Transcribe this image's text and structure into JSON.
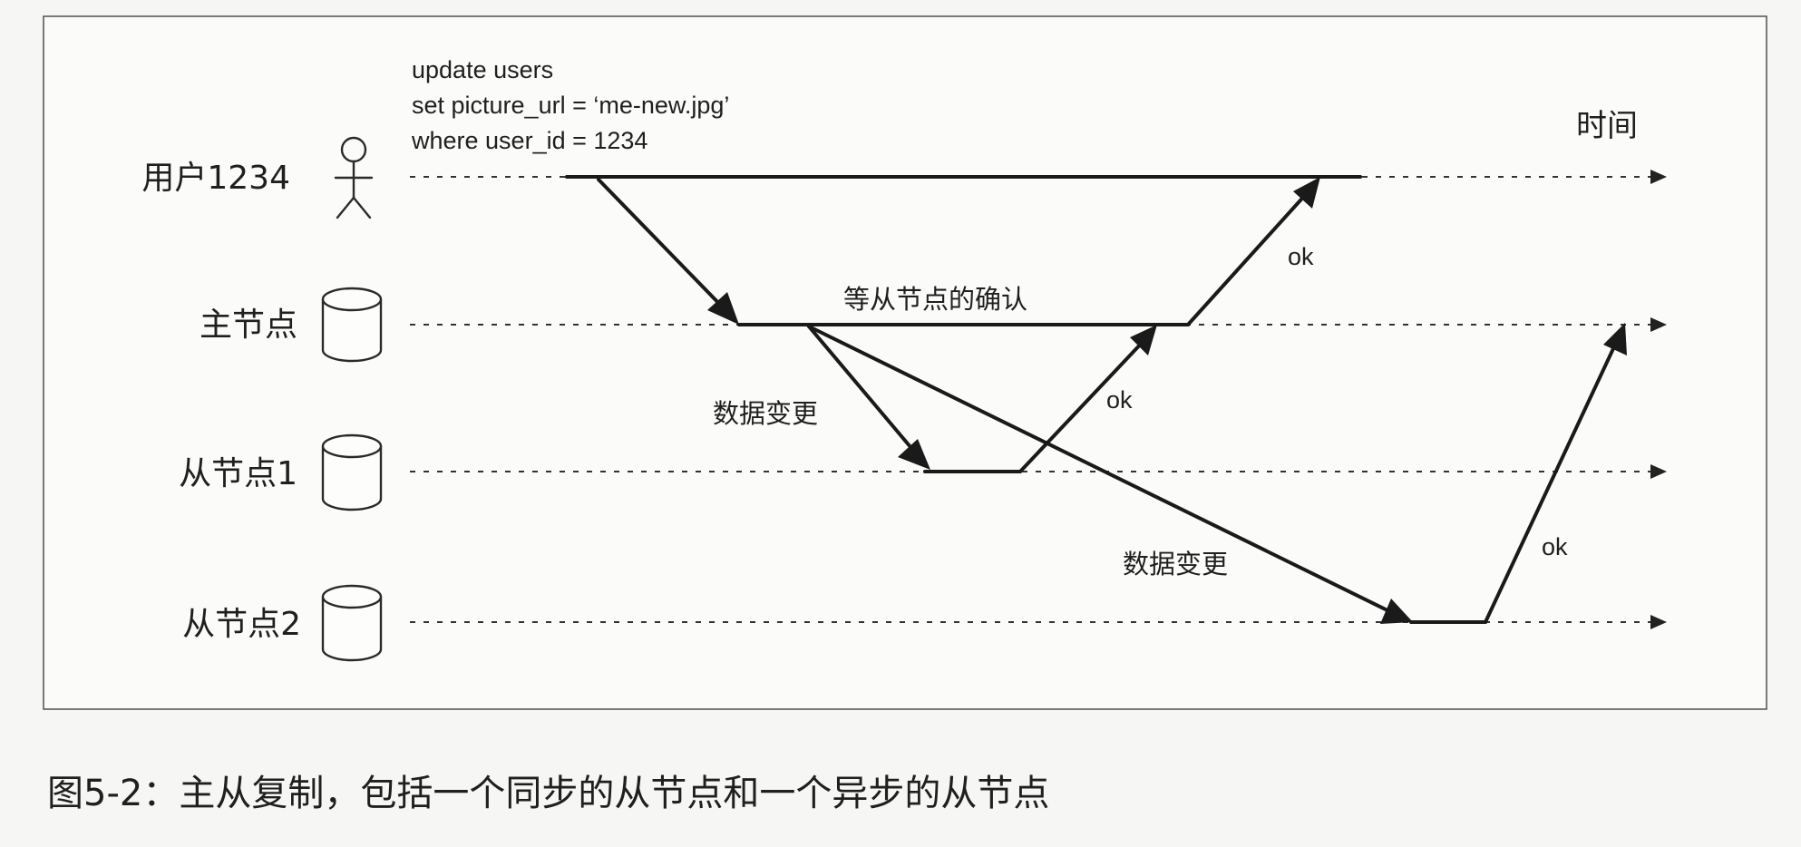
{
  "nodes": {
    "user": "用户1234",
    "leader": "主节点",
    "follower1": "从节点1",
    "follower2": "从节点2"
  },
  "time_label": "时间",
  "sql": {
    "line1": "update users",
    "line2": "set picture_url = ‘me-new.jpg’",
    "line3": "where user_id = 1234"
  },
  "annotations": {
    "wait_confirm": "等从节点的确认",
    "data_change_1": "数据变更",
    "data_change_2": "数据变更",
    "ok_user": "ok",
    "ok_follower1": "ok",
    "ok_follower2": "ok"
  },
  "caption": "图5-2：主从复制，包括一个同步的从节点和一个异步的从节点"
}
